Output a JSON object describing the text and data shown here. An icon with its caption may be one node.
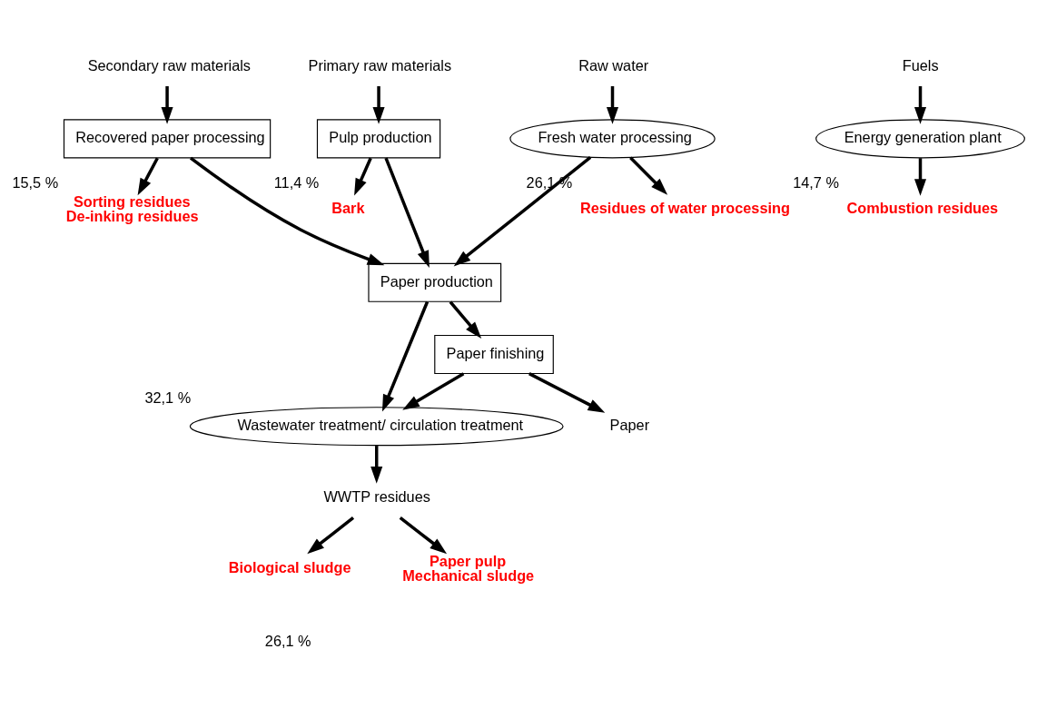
{
  "diagram": {
    "nodes": [
      {
        "text": [
          "Secondary raw materials"
        ]
      },
      {
        "text": [
          "Recovered paper processing"
        ]
      },
      {
        "text": [
          "Primary raw materials"
        ]
      },
      {
        "text": [
          "Pulp production"
        ]
      },
      {
        "text": [
          "Sorting residues",
          "De-inking residues"
        ],
        "beside": [
          "15,5 %"
        ]
      },
      {
        "text": [
          "Bark"
        ],
        "beside": [
          "11,4 %"
        ]
      },
      {
        "text": [
          "Paper production"
        ]
      },
      {
        "text": [
          "Raw water"
        ]
      },
      {
        "text": [
          "Fresh water processing"
        ]
      },
      {
        "text": [
          "Wastewater treatment/ circulation treatment"
        ],
        "beside": [
          "32,1 %"
        ]
      },
      {
        "text": [
          "Paper finishing"
        ]
      },
      {
        "text": [
          "Residues of water processing"
        ],
        "beside": [
          "26,1 %"
        ]
      },
      {
        "text": [
          "WWTP residues"
        ]
      },
      {
        "text": [
          "Paper"
        ]
      },
      {
        "text": [
          "Biological sludge"
        ]
      },
      {
        "text": [
          "Paper pulp",
          "Mechanical sludge"
        ]
      },
      {
        "text": [
          "Fuels"
        ]
      },
      {
        "text": [
          "Energy generation plant"
        ]
      },
      {
        "text": [
          "Combustion residues"
        ],
        "beside": [
          "14,7 %"
        ]
      }
    ],
    "edges": [
      {
        "from": 0,
        "to": 1,
        "arrow": "to"
      },
      {
        "from": 2,
        "to": 3,
        "arrow": "to"
      },
      {
        "from": 1,
        "to": 4,
        "arrow": "to"
      },
      {
        "from": 3,
        "to": 5,
        "arrow": "to"
      },
      {
        "from": 1,
        "to": 6,
        "arrow": "to"
      },
      {
        "from": 3,
        "to": 6,
        "arrow": "to"
      },
      {
        "from": 7,
        "to": 8,
        "arrow": "to"
      },
      {
        "from": 8,
        "to": 6,
        "arrow": "to"
      },
      {
        "from": 8,
        "to": 11,
        "arrow": "to"
      },
      {
        "from": 6,
        "to": 10,
        "arrow": "to"
      },
      {
        "from": 6,
        "to": 9,
        "arrow": "to"
      },
      {
        "from": 10,
        "to": 9,
        "arrow": "to"
      },
      {
        "from": 9,
        "to": 12,
        "arrow": "to"
      },
      {
        "from": 10,
        "to": 13,
        "arrow": "to"
      },
      {
        "from": 12,
        "to": 14,
        "arrow": "to"
      },
      {
        "from": 12,
        "to": 15,
        "arrow": "to"
      },
      {
        "from": 16,
        "to": 17,
        "arrow": "to"
      },
      {
        "from": 17,
        "to": 18,
        "arrow": "to"
      }
    ],
    "labels": [
      "26,1 %"
    ]
  }
}
